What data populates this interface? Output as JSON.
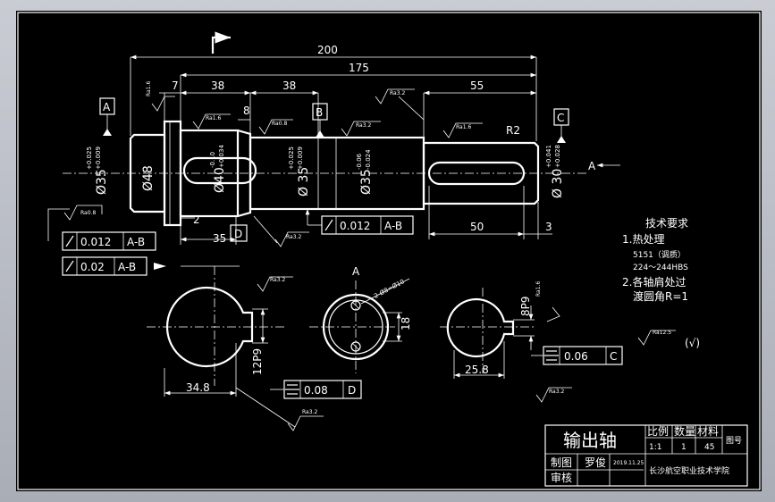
{
  "dims": {
    "d200": "200",
    "d175": "175",
    "d7": "7",
    "d38a": "38",
    "d38b": "38",
    "d55": "55",
    "d8": "8",
    "d2": "2",
    "d35": "35",
    "d50": "50",
    "d3": "3",
    "r2": "R2",
    "dia35_left": "Ø35",
    "dia35_left_tol": [
      "+0.025",
      "+0.009"
    ],
    "dia48": "Ø48",
    "dia40": "Ø40",
    "dia40_tol": [
      "-0.10",
      "+0.034"
    ],
    "dia35_mid": "Ø 35",
    "dia35_mid_tol": [
      "+0.025",
      "+0.009"
    ],
    "dia35_right": "Ø35",
    "dia35_right_tol": [
      "-0.06",
      "-0.024"
    ],
    "dia30": "Ø 30",
    "dia30_tol": [
      "+0.041",
      "+0.028"
    ],
    "sec1_width": "34.8",
    "sec1_keyw": "12P9",
    "sec2_h": "18",
    "sec3_width": "25.8",
    "sec3_keyw": "8P9",
    "rotated_label": "2-Ø8=Ø10"
  },
  "datums": {
    "a": "A",
    "b": "B",
    "c": "C",
    "d": "D",
    "view_a": "A",
    "arrow_a": "A"
  },
  "roughness": {
    "ra16": "Ra1.6",
    "ra08": "Ra0.8",
    "ra32": "Ra3.2",
    "ra125": "Ra12.5",
    "check": "(√)"
  },
  "tolerances": {
    "runout1": {
      "value": "0.012",
      "datum": "A-B"
    },
    "runout2": {
      "value": "0.02",
      "datum": "A-B"
    },
    "runout3": {
      "value": "0.012",
      "datum": "A-B"
    },
    "sym1": {
      "value": "0.08",
      "datum": "D"
    },
    "sym2": {
      "value": "0.06",
      "datum": "C"
    }
  },
  "notes": {
    "title": "技术要求",
    "line1": "1.热处理",
    "line2": "5151（调质）",
    "line3": "224～244HBS",
    "line4": "2.各轴肩处过",
    "line5": "渡圆角R=1"
  },
  "titleblock": {
    "part_name": "输出轴",
    "h_scale": "比例",
    "h_qty": "数量",
    "h_material": "材料",
    "h_drawing_no": "图号",
    "v_scale": "1:1",
    "v_qty": "1",
    "v_material": "45",
    "drawn_by_label": "制图",
    "drawn_by": "罗俊",
    "date": "2019.11.25",
    "checked_label": "审核",
    "school": "长沙航空职业技术学院"
  }
}
